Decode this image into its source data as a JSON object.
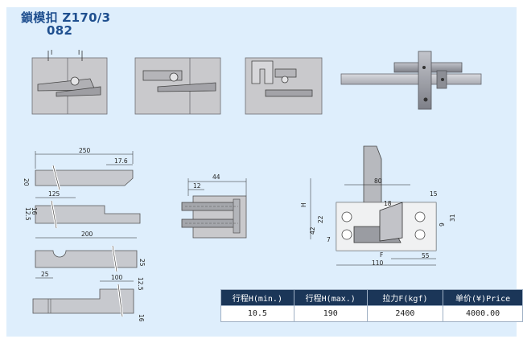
{
  "title": {
    "line1": "鎖模扣 Z170/3",
    "line2": "082"
  },
  "diagram_labels": {
    "top_left_marks": [
      "I",
      "I"
    ],
    "bar1": {
      "width": "250",
      "tip": "17.6",
      "height": "20"
    },
    "bar2": {
      "width": "125",
      "heights": [
        "12.5",
        "16"
      ]
    },
    "bar3": {
      "width": "200",
      "notch": "25",
      "height": "25"
    },
    "bar4": {
      "width": "100",
      "h1": "12.5",
      "h2": "16"
    },
    "pin": {
      "width": "44",
      "offset": "12"
    },
    "assembly": {
      "h_label": "H",
      "top": "80",
      "top_right": "15",
      "left_a": "42",
      "left_b": "22",
      "left_c": "7",
      "small": "18",
      "right_a": "31",
      "right_b": "9",
      "f_label": "F",
      "bottom_a": "55",
      "bottom_b": "110"
    }
  },
  "table": {
    "headers": [
      "行程H(min.)",
      "行程H(max.)",
      "拉力F(kgf)",
      "单价(¥)Price"
    ],
    "row": [
      "10.5",
      "190",
      "2400",
      "4000.00"
    ]
  }
}
